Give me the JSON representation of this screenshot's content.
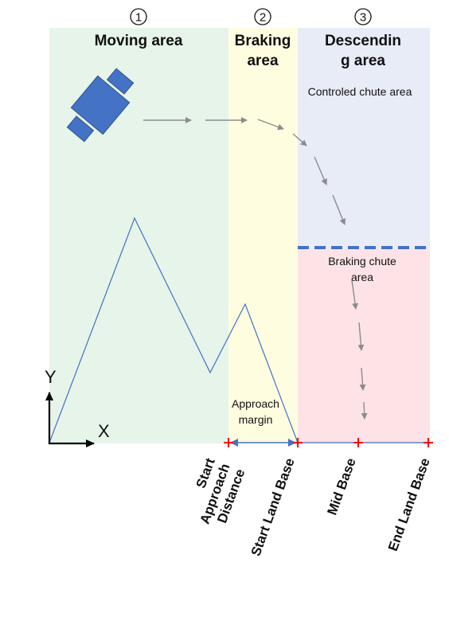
{
  "zones": [
    {
      "number": "1",
      "title_lines": [
        "Moving area"
      ],
      "color": "#e6f4ea"
    },
    {
      "number": "2",
      "title_lines": [
        "Braking",
        "area"
      ],
      "color": "#fffde0"
    },
    {
      "number": "3",
      "title_lines": [
        "Descendin",
        "g area"
      ],
      "color": "#e8ecf7"
    }
  ],
  "chute": {
    "controlled_label": "Controled chute area",
    "braking_label_lines": [
      "Braking chute",
      "area"
    ],
    "braking_color": "#fde3e6",
    "divider_color": "#4472c4"
  },
  "approach_margin_lines": [
    "Approach",
    "margin"
  ],
  "axes": {
    "x_label": "X",
    "y_label": "Y"
  },
  "bases": [
    {
      "label_lines": [
        "Start",
        "Approach",
        "Distance"
      ]
    },
    {
      "label_lines": [
        "Start Land Base"
      ]
    },
    {
      "label_lines": [
        "Mid Base"
      ]
    },
    {
      "label_lines": [
        "End Land Base"
      ]
    }
  ],
  "colors": {
    "drone": "#4472c4",
    "trajectory": "#4472c4",
    "arrows": "#8c8c8c",
    "markers": "#ff0000",
    "margin_arrow": "#4472c4"
  },
  "icons": {
    "vehicle": "drone-icon"
  }
}
